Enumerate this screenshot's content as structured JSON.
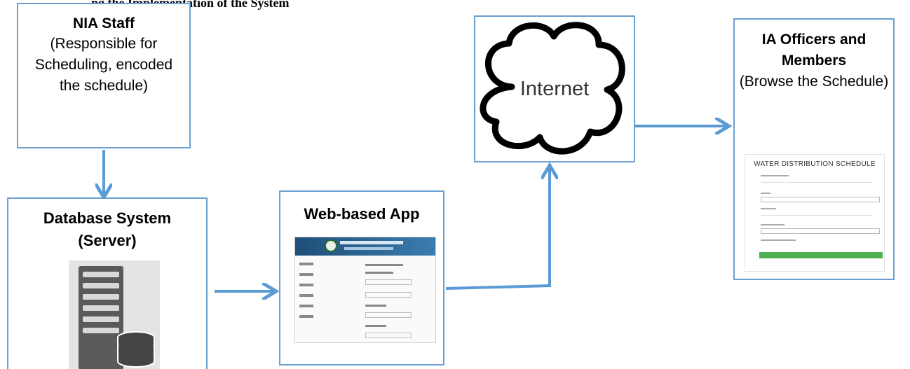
{
  "caption": "ng the Implementation of the System",
  "nodes": {
    "staff": {
      "title": "NIA Staff",
      "desc": "(Responsible for Scheduling, encoded the schedule)"
    },
    "database": {
      "title_line1": "Database System",
      "title_line2": "(Server)",
      "icon": "server-database-icon"
    },
    "web_app": {
      "title": "Web-based App",
      "icon": "web-app-screenshot"
    },
    "internet": {
      "label": "Internet",
      "icon": "cloud-icon"
    },
    "ia": {
      "title": "IA Officers and Members",
      "desc": "(Browse the Schedule)",
      "screenshot_title": "WATER DISTRIBUTION SCHEDULE"
    }
  },
  "edges": [
    {
      "from": "staff",
      "to": "database"
    },
    {
      "from": "database",
      "to": "web_app"
    },
    {
      "from": "web_app",
      "to": "internet"
    },
    {
      "from": "internet",
      "to": "ia"
    }
  ],
  "colors": {
    "arrow": "#5b9bd5",
    "border": "#6a9fd0",
    "button_green": "#4caf50"
  }
}
